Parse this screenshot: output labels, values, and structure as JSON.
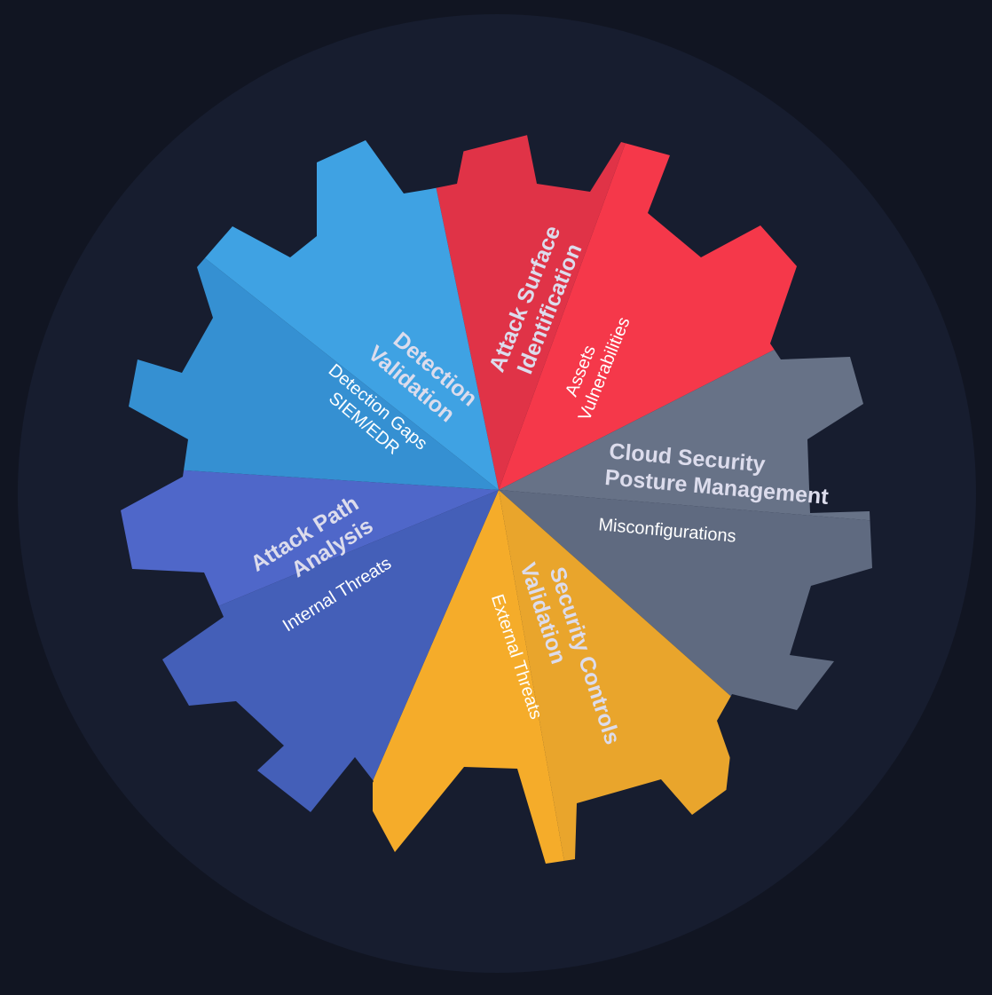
{
  "diagram": {
    "type": "gear-wheel",
    "background_color": "#111522",
    "disc_color": "#171d2f",
    "segments": [
      {
        "id": "attack-surface",
        "title_lines": [
          "Attack Surface",
          "Identification"
        ],
        "items": [
          "Assets",
          "Vulnerabilities"
        ],
        "color": "#e03347",
        "color_light": "#f5384a"
      },
      {
        "id": "cspm",
        "title_lines": [
          "Cloud Security",
          "Posture Management"
        ],
        "items": [
          "Misconfigurations"
        ],
        "color": "#677287",
        "color_light": "#5f6a80"
      },
      {
        "id": "security-controls",
        "title_lines": [
          "Security Controls",
          "Validation"
        ],
        "items": [
          "External Threats"
        ],
        "color": "#e9a52c",
        "color_light": "#f5ac2a"
      },
      {
        "id": "attack-path",
        "title_lines": [
          "Attack Path",
          "Analysis"
        ],
        "items": [
          "Internal Threats"
        ],
        "color": "#4f67c9",
        "color_light": "#445fb8"
      },
      {
        "id": "detection",
        "title_lines": [
          "Detection",
          "Validation"
        ],
        "items": [
          "Detection Gaps",
          "SIEM/EDR"
        ],
        "color": "#3fa2e3",
        "color_light": "#3590d2"
      }
    ]
  }
}
